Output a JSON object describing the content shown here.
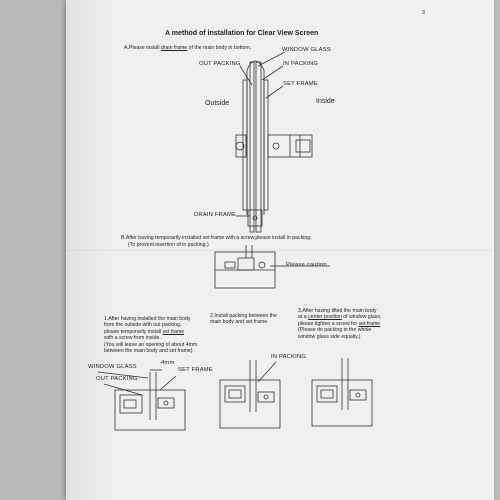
{
  "document": {
    "page_number": "3",
    "title": "A method of installation for Clear View Screen",
    "step_a": {
      "prefix": "A.Please install ",
      "link": "drain frame",
      "suffix": " of the main body in bottom."
    },
    "diagram_top_labels": {
      "window_glass": "WINDOW GLASS",
      "out_packing": "OUT PACKING",
      "in_packing": "IN PACKING",
      "set_frame": "SET FRAME",
      "outside": "Outside",
      "inside": "Inside",
      "drain_frame": "DRAIN FRAME"
    },
    "step_b": {
      "line1": "B.After having temporarily installed set frame with a screw,please install in packing.",
      "line2": "(To provent insertion of in packing.)",
      "caution": "Please caution"
    },
    "step_1": {
      "line1": "1.After having installed the main body",
      "line2": "from the outside with out packing,",
      "line3": "please temporarily install ",
      "line3_link": "set frame",
      "line4": "with a screw from inside.",
      "line5": "(You will leave an opening of about 4mm",
      "line6": "between the main body and set frame)"
    },
    "step_2": {
      "line1": "2.Install packing between the",
      "line2": "main body and set frame."
    },
    "step_3": {
      "line1": "3.After having lifted the main body",
      "line2_prefix": "at a ",
      "line2_link": "center position",
      "line2_suffix": " of window glass,",
      "line3_prefix": "please tighten a screw for ",
      "line3_link": "set frame",
      "line4": "(Please do packing in the whole",
      "line5": "window glass side equally.)"
    },
    "bottom_labels": {
      "window_glass": "WINDOW GLASS",
      "out_packing": "OUT PACKING",
      "gap": "4mm",
      "set_frame": "SET FRAME",
      "in_packing": "IN PACKING"
    }
  }
}
